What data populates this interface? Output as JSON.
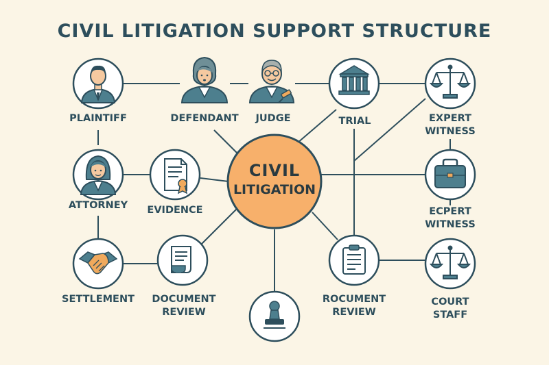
{
  "title": "CIVIL LITIGATION SUPPORT STRUCTURE",
  "center": {
    "line1": "CIVIL",
    "line2": "LITIGATION"
  },
  "nodes": {
    "plaintiff": {
      "label1": "PLAINTIFF",
      "icon": "plaintiff-person-icon"
    },
    "defendant": {
      "label1": "DEFENDANT",
      "icon": "defendant-person-icon"
    },
    "judge": {
      "label1": "JUDGE",
      "icon": "judge-person-icon"
    },
    "trial": {
      "label1": "TRIAL",
      "icon": "courthouse-icon"
    },
    "expert_witness_top": {
      "label1": "EXPERT",
      "label2": "WITNESS",
      "icon": "scales-icon"
    },
    "attorney": {
      "label1": "ATTORNEY",
      "icon": "attorney-person-icon"
    },
    "evidence": {
      "label1": "EVIDENCE",
      "icon": "certificate-document-icon"
    },
    "expert_witness_mid": {
      "label1": "ECPERT",
      "label2": "WITNESS",
      "icon": "briefcase-icon"
    },
    "settlement": {
      "label1": "SETTLEMENT",
      "icon": "handshake-icon"
    },
    "document_review": {
      "label1": "DOCUMENT",
      "label2": "REVIEW",
      "icon": "document-scroll-icon"
    },
    "bottom_center": {
      "icon": "stamp-icon"
    },
    "rocument_review": {
      "label1": "ROCUMENT",
      "label2": "REVIEW",
      "icon": "clipboard-icon"
    },
    "court_staff": {
      "label1": "COURT",
      "label2": "STAFF",
      "icon": "scales-icon"
    }
  },
  "colors": {
    "background": "#fbf5e6",
    "line": "#2d4e5c",
    "node_fill": "#ffffff",
    "center_fill": "#f7b06b",
    "accent_teal": "#4d7f8e",
    "accent_orange": "#f0a95c"
  }
}
